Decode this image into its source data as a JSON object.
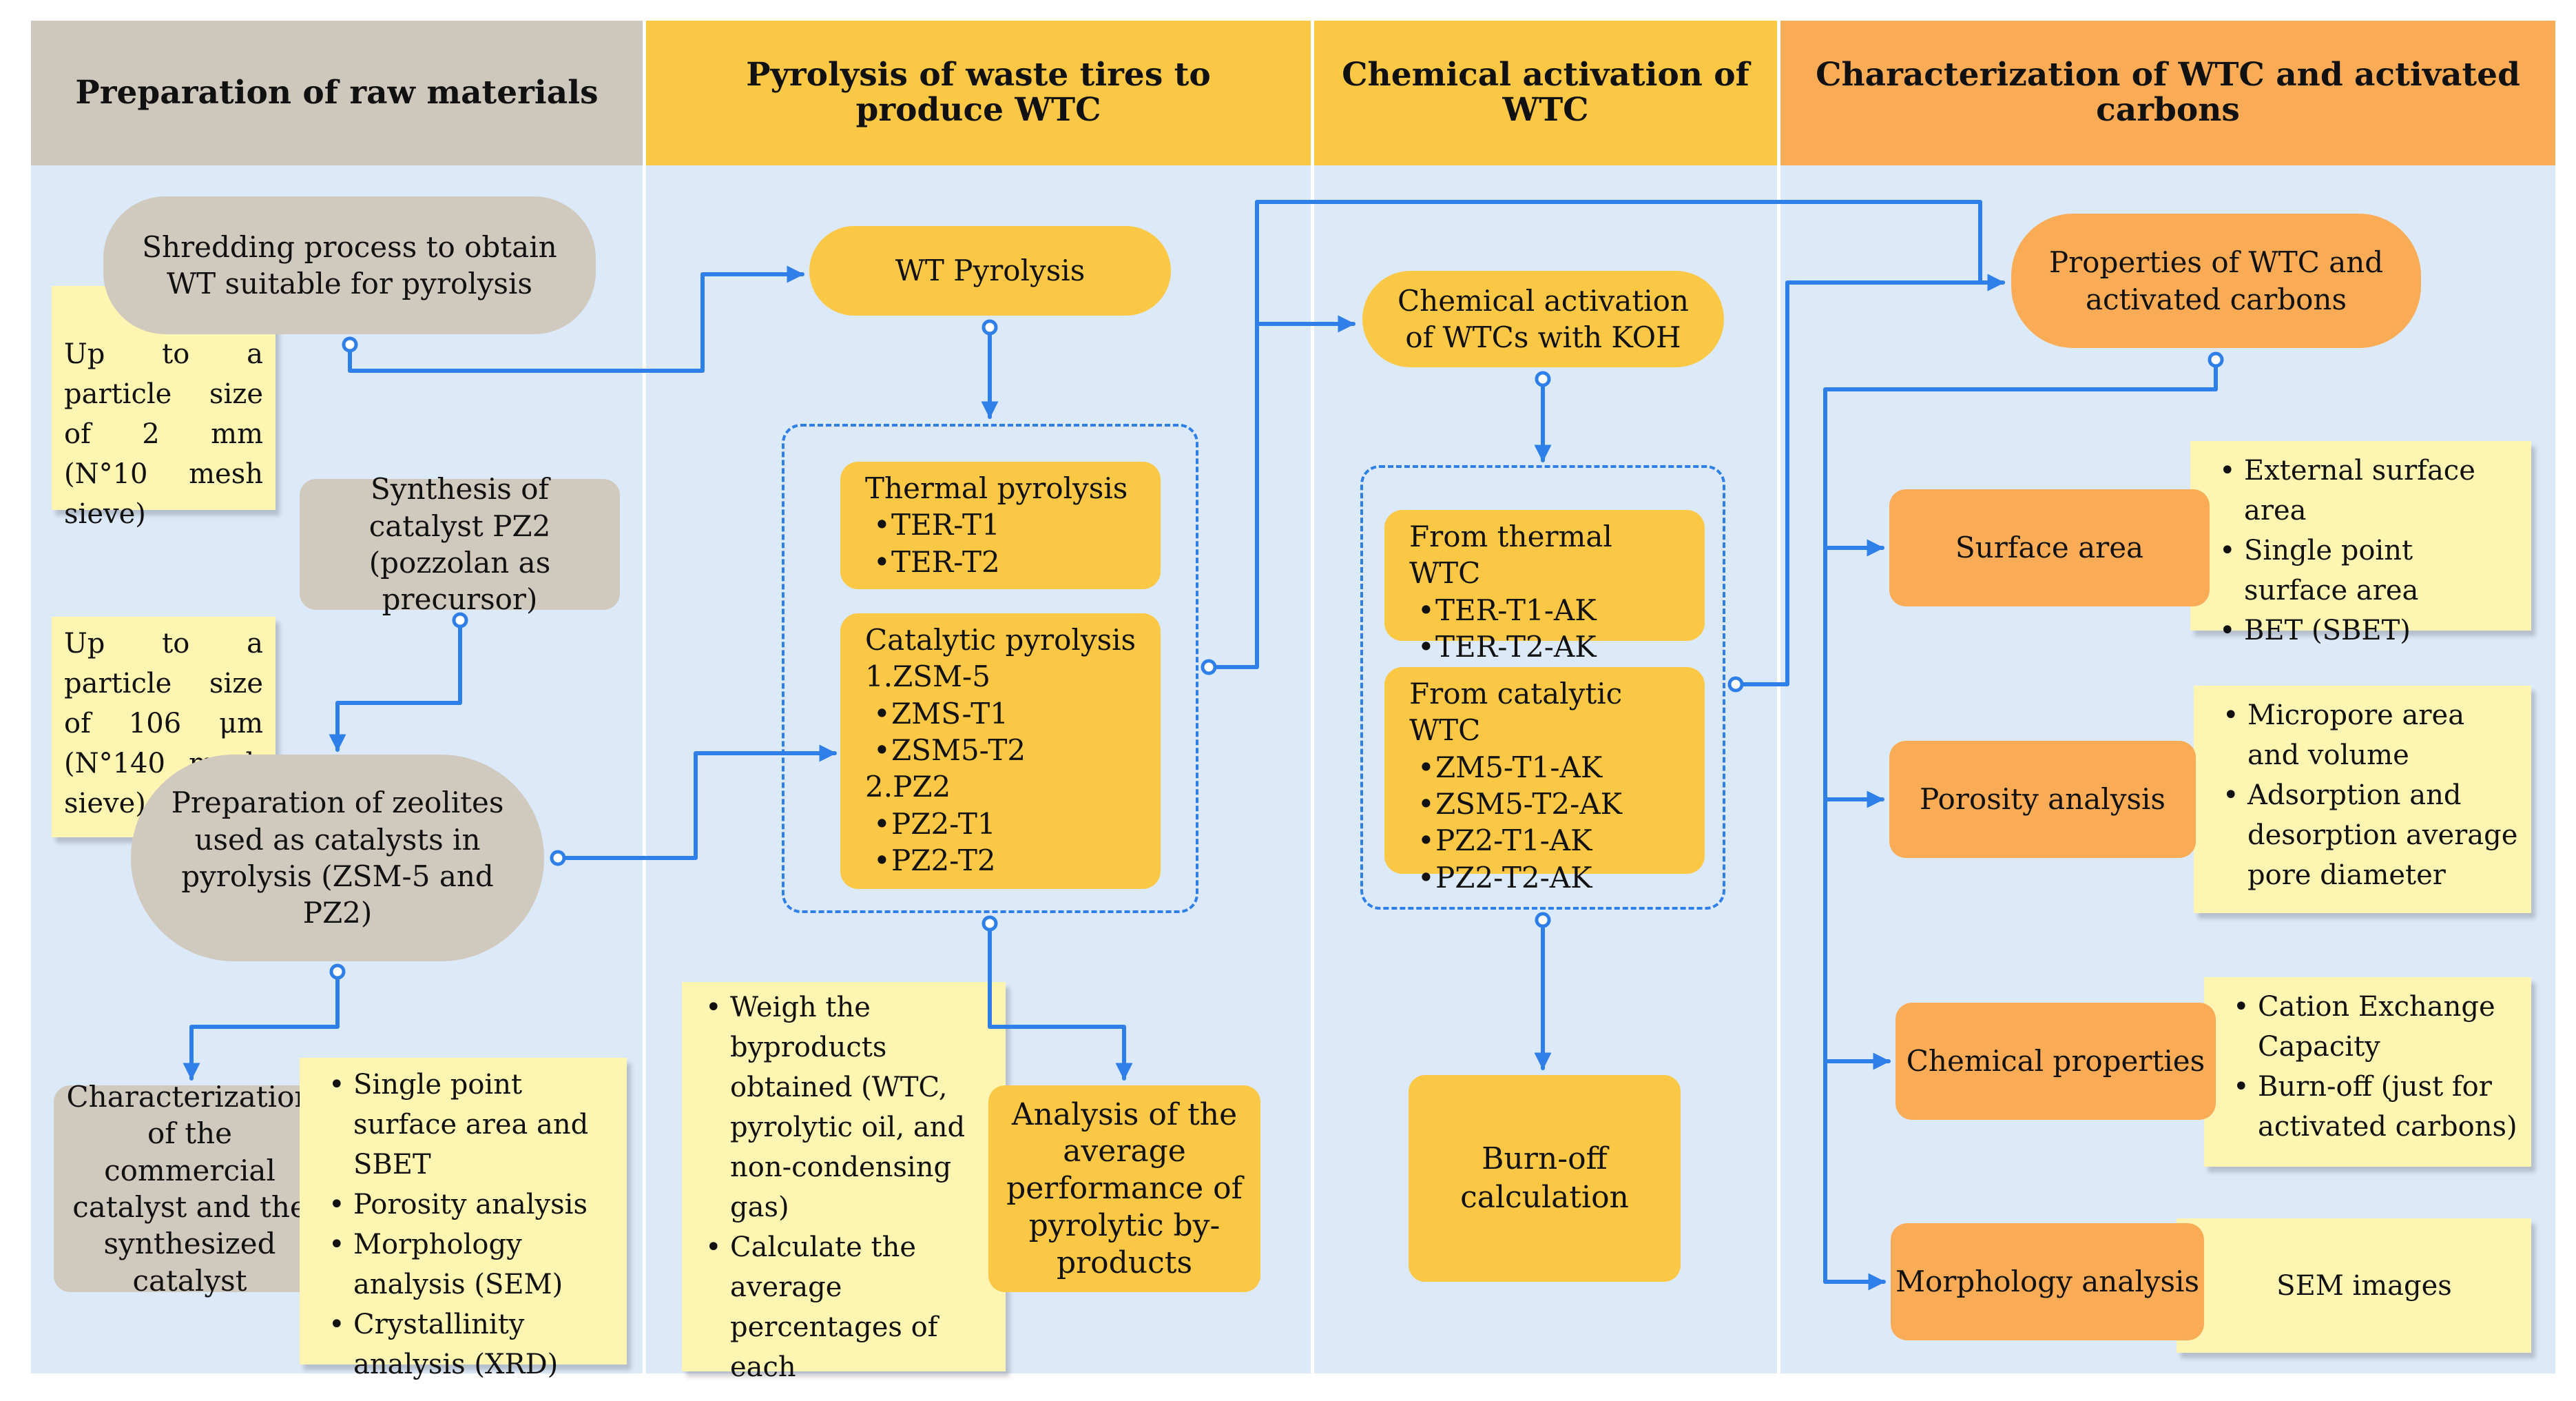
{
  "columns": [
    {
      "title": "Preparation of raw materials"
    },
    {
      "title": "Pyrolysis of waste tires to produce WTC"
    },
    {
      "title": "Chemical activation of WTC"
    },
    {
      "title": "Characterization of WTC and activated carbons"
    }
  ],
  "col1": {
    "shredding": "Shredding process to obtain WT suitable for pyrolysis",
    "note_2mm": "Up to a particle size of 2 mm (N°10 mesh sieve)",
    "synthesis": "Synthesis of catalyst PZ2 (pozzolan as precursor)",
    "note_106": "Up to a particle size of 106 μm (N°140 mesh sieve)",
    "zeolites": "Preparation of zeolites used as catalysts in pyrolysis (ZSM-5 and PZ2)",
    "characterization": "Characterization of the commercial catalyst and the synthesized catalyst",
    "char_notes": [
      "Single point surface area and SBET",
      "Porosity analysis",
      "Morphology analysis (SEM)",
      "Crystallinity analysis (XRD)"
    ]
  },
  "col2": {
    "wt_pyrolysis": "WT Pyrolysis",
    "thermal_title": "Thermal  pyrolysis",
    "thermal_items": [
      "TER-T1",
      "TER-T2"
    ],
    "catalytic_title": "Catalytic pyrolysis",
    "cat_group1": "1.ZSM-5",
    "cat_items1": [
      "ZMS-T1",
      "ZSM5-T2"
    ],
    "cat_group2": "2.PZ2",
    "cat_items2": [
      "PZ2-T1",
      "PZ2-T2"
    ],
    "weigh_notes": [
      "Weigh the byproducts obtained (WTC, pyrolytic oil, and non-condensing gas)",
      "Calculate the average percentages of each"
    ],
    "analysis": "Analysis of the average performance of pyrolytic by-products"
  },
  "col3": {
    "chem_activation": "Chemical activation of WTCs with KOH",
    "thermal_title": "From thermal WTC",
    "thermal_items": [
      "TER-T1-AK",
      "TER-T2-AK"
    ],
    "catalytic_title": "From catalytic WTC",
    "catalytic_items": [
      "ZM5-T1-AK",
      "ZSM5-T2-AK",
      "PZ2-T1-AK",
      "PZ2-T2-AK"
    ],
    "burnoff": "Burn-off calculation"
  },
  "col4": {
    "properties": "Properties of WTC and activated carbons",
    "surface": "Surface area",
    "surface_notes": [
      "External surface area",
      "Single point surface area",
      "BET  (SBET)"
    ],
    "porosity": "Porosity analysis",
    "porosity_notes": [
      "Micropore area and volume",
      "Adsorption and desorption average pore diameter"
    ],
    "chemical": "Chemical properties",
    "chemical_notes": [
      "Cation Exchange Capacity",
      "Burn-off (just for activated carbons)"
    ],
    "morphology": "Morphology analysis",
    "morphology_note": "SEM images"
  },
  "colors": {
    "column_bg": "#dce9f8",
    "grey_box": "#d0c9be",
    "yellow_box": "#fac844",
    "orange_box": "#f9ac55",
    "note": "#fdf5b1",
    "arrow": "#2f7fe8"
  }
}
